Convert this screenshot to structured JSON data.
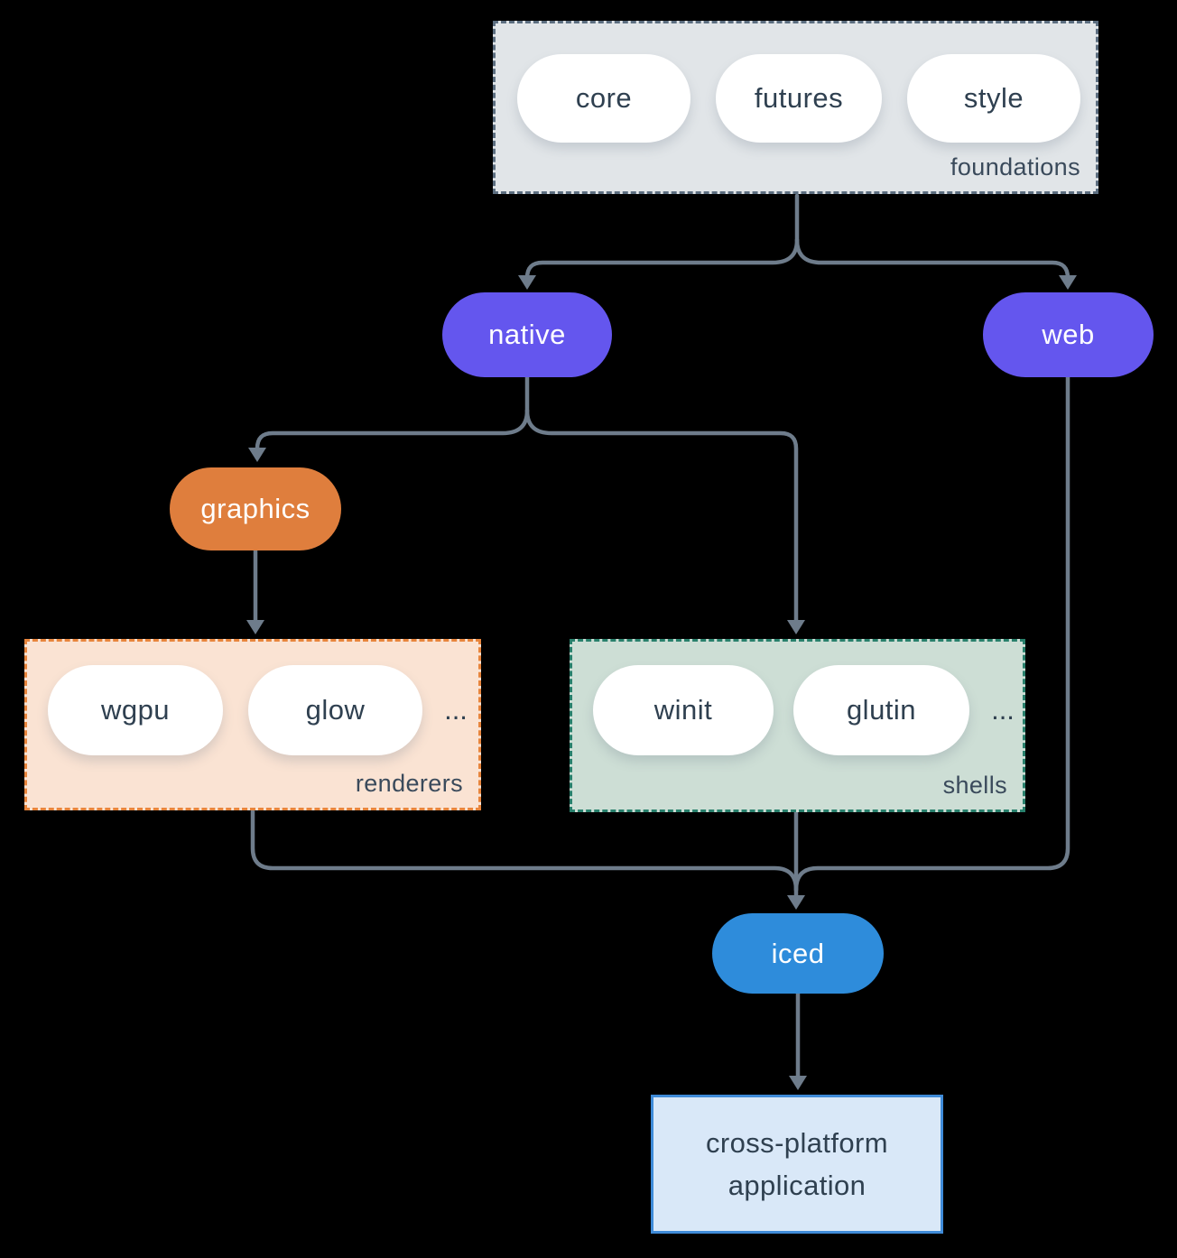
{
  "diagram": {
    "foundations": {
      "label": "foundations",
      "pills": [
        "core",
        "futures",
        "style"
      ]
    },
    "native": {
      "label": "native"
    },
    "web": {
      "label": "web"
    },
    "graphics": {
      "label": "graphics"
    },
    "renderers": {
      "label": "renderers",
      "pills": [
        "wgpu",
        "glow"
      ],
      "more": "..."
    },
    "shells": {
      "label": "shells",
      "pills": [
        "winit",
        "glutin"
      ],
      "more": "..."
    },
    "iced": {
      "label": "iced"
    },
    "application": {
      "label": "cross-platform application"
    }
  },
  "colors": {
    "background": "#000000",
    "connector": "#6E7C8B",
    "node_text_dark": "#2F4050",
    "group_label": "#3A4A5B",
    "pill_white": "#FFFFFF",
    "native_web": "#6456EE",
    "graphics": "#DF7E3D",
    "iced": "#2E8CDB",
    "foundations_fill": "#E1E5E8",
    "foundations_border": "#5C6E80",
    "renderers_fill": "#FAE3D3",
    "renderers_border": "#E8853C",
    "shells_fill": "#CDDED5",
    "shells_border": "#28806C",
    "application_fill": "#D9E8F8",
    "application_border": "#3F8BD8"
  }
}
